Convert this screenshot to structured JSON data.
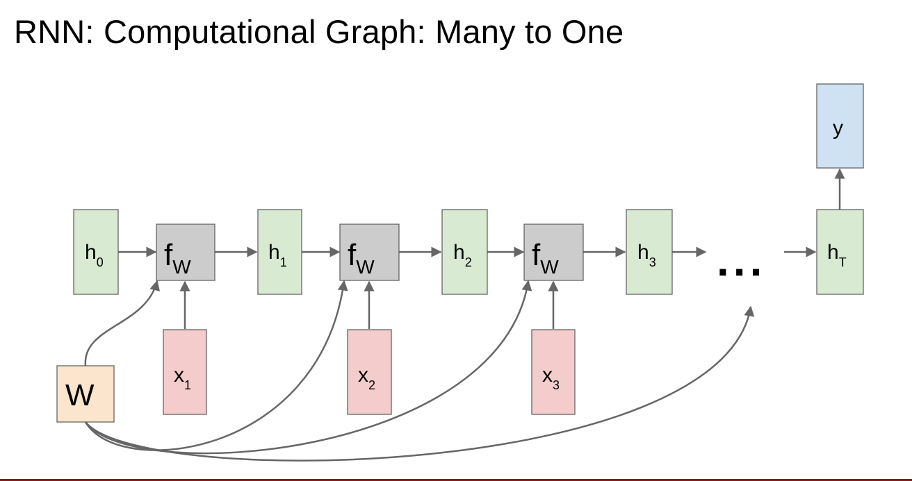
{
  "title": "RNN: Computational Graph: Many to One",
  "ellipsis": "...",
  "colors": {
    "hidden": "#d9ead3",
    "function": "#cccccc",
    "input": "#f4cccc",
    "output": "#cfe2f3",
    "weight": "#fce5cd",
    "stroke": "#595959",
    "arrow": "#666666",
    "bottom_rule": "#8b1a1a"
  },
  "nodes": {
    "h0": {
      "base": "h",
      "sub": "0"
    },
    "h1": {
      "base": "h",
      "sub": "1"
    },
    "h2": {
      "base": "h",
      "sub": "2"
    },
    "h3": {
      "base": "h",
      "sub": "3"
    },
    "hT": {
      "base": "h",
      "sub": "T"
    },
    "f1": {
      "base": "f",
      "sub": "W"
    },
    "f2": {
      "base": "f",
      "sub": "W"
    },
    "f3": {
      "base": "f",
      "sub": "W"
    },
    "x1": {
      "base": "x",
      "sub": "1"
    },
    "x2": {
      "base": "x",
      "sub": "2"
    },
    "x3": {
      "base": "x",
      "sub": "3"
    },
    "y": {
      "base": "y",
      "sub": ""
    },
    "W": {
      "base": "W",
      "sub": ""
    }
  }
}
